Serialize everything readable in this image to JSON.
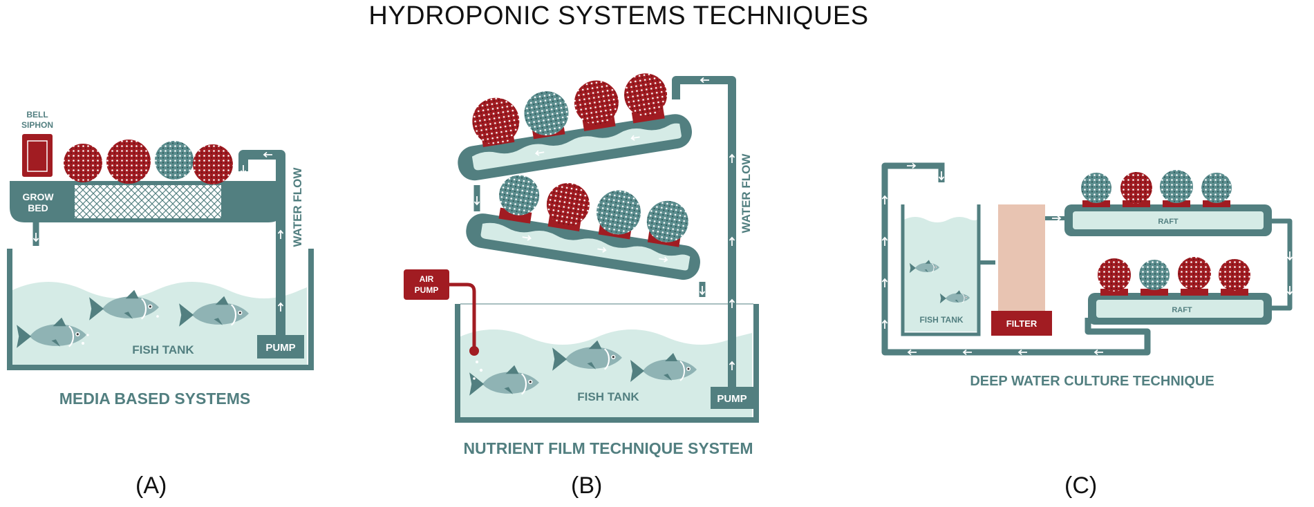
{
  "title": "HYDROPONIC SYSTEMS TECHNIQUES",
  "colors": {
    "teal": "#527f80",
    "water": "#d5ebe6",
    "red": "#a11c22",
    "fish": "#8fb3b4",
    "filter": "#e8c4b2"
  },
  "panel_a": {
    "letter": "(A)",
    "caption": "MEDIA BASED SYSTEMS",
    "bell_siphon_line1": "BELL",
    "bell_siphon_line2": "SIPHON",
    "grow_bed_line1": "GROW",
    "grow_bed_line2": "BED",
    "water_flow": "WATER FLOW",
    "fish_tank": "FISH TANK",
    "pump": "PUMP"
  },
  "panel_b": {
    "letter": "(B)",
    "caption": "NUTRIENT FILM TECHNIQUE SYSTEM",
    "air_pump_line1": "AIR",
    "air_pump_line2": "PUMP",
    "water_flow": "WATER FLOW",
    "fish_tank": "FISH TANK",
    "pump": "PUMP"
  },
  "panel_c": {
    "letter": "(C)",
    "caption": "DEEP WATER CULTURE TECHNIQUE",
    "fish_tank": "FISH TANK",
    "filter": "FILTER",
    "raft_top": "RAFT",
    "raft_bottom": "RAFT"
  }
}
